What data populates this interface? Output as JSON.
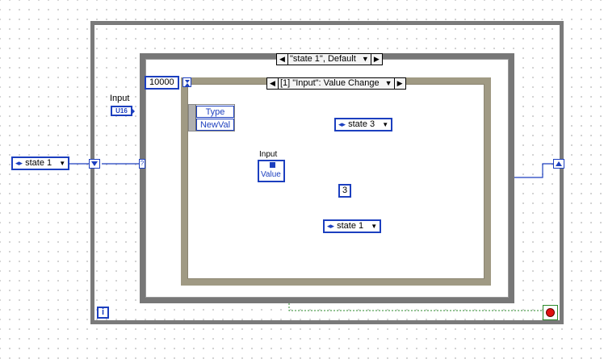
{
  "case_structure": {
    "selector_label": "\"state 1\", Default"
  },
  "event_structure": {
    "selector_label": "[1] \"Input\": Value Change"
  },
  "timeout": {
    "value": "10000"
  },
  "input_terminal": {
    "label": "Input",
    "type": "U16"
  },
  "event_data_node": {
    "fields": [
      "Type",
      "NewVal"
    ]
  },
  "local_variable": {
    "label": "Input",
    "property": "Value"
  },
  "enum_constants": {
    "initial": "state 1",
    "state3": "state 3",
    "state1_inner": "state 1"
  },
  "numeric_constant": {
    "value": "3"
  },
  "comparison": {
    "symbol": "="
  },
  "iteration_terminal": {
    "label": "i"
  },
  "colors": {
    "enum_wire": "#1c3fbf",
    "boolean_wire": "#2a8a2a",
    "green_annotation": "#2aa84a",
    "red_annotation": "#e02020"
  }
}
